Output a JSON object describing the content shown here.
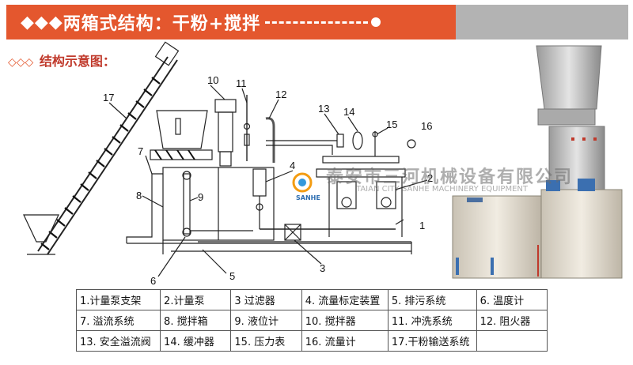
{
  "header": {
    "diamonds": "◆◆◆",
    "title": "两箱式结构：干粉+搅拌"
  },
  "subtitle": {
    "diamonds": "◇◇◇",
    "text": "结构示意图："
  },
  "diagram_labels": [
    "1",
    "2",
    "3",
    "4",
    "5",
    "6",
    "7",
    "8",
    "9",
    "10",
    "11",
    "12",
    "13",
    "14",
    "15",
    "16",
    "17"
  ],
  "watermark": {
    "text": "泰安市三河机械设备有限公司",
    "english": "TAIAN CITY SANHE MACHINERY EQUIPMENT",
    "logo_text": "SANHE"
  },
  "legend": [
    [
      "1.计量泵支架",
      "2.计量泵",
      "3 过滤器",
      "4. 流量标定装置",
      "5. 排污系统",
      "6. 温度计"
    ],
    [
      "7. 溢流系统",
      "8. 搅拌箱",
      "9. 液位计",
      "10. 搅拌器",
      "11. 冲洗系统",
      "12. 阻火器"
    ],
    [
      "13. 安全溢流阀",
      "14. 缓冲器",
      "15. 压力表",
      "16. 流量计",
      "17.干粉输送系统",
      ""
    ]
  ],
  "colors": {
    "accent": "#e4572e",
    "header_grey": "#b3b3b3"
  }
}
